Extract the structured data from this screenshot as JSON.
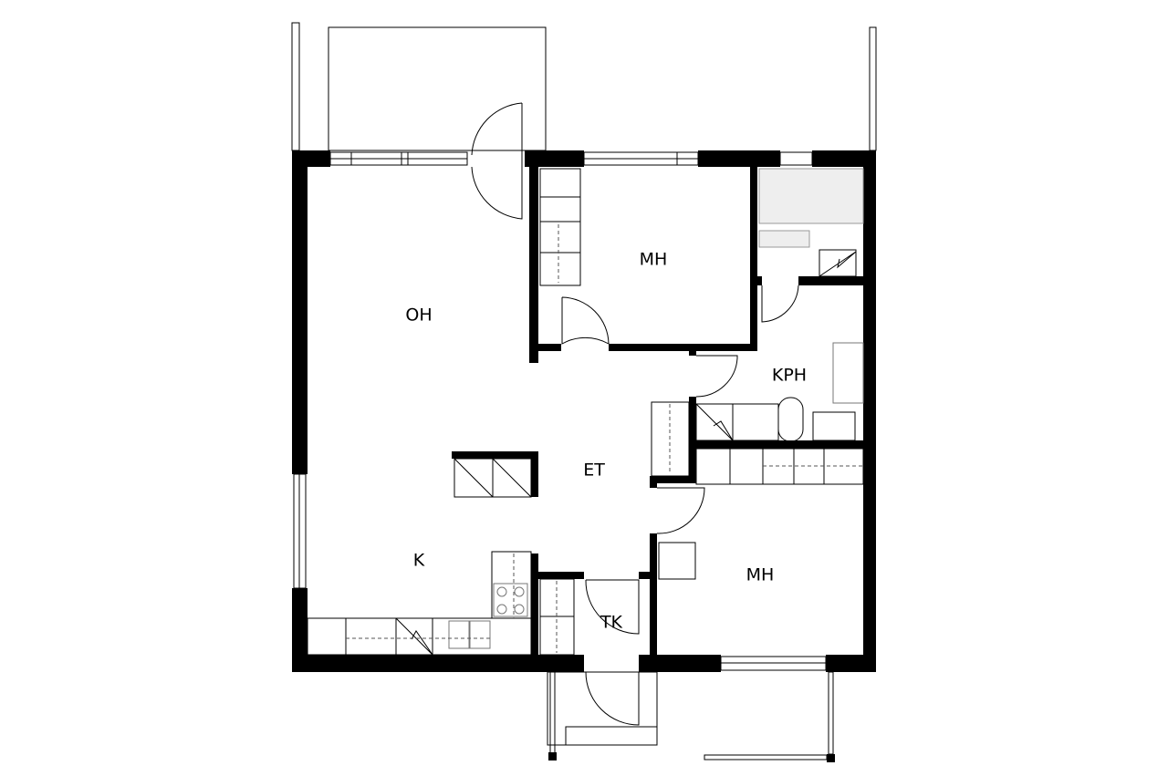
{
  "floorplan": {
    "rooms": [
      {
        "id": "oh",
        "label": "OH"
      },
      {
        "id": "mh1",
        "label": "MH"
      },
      {
        "id": "kph",
        "label": "KPH"
      },
      {
        "id": "et",
        "label": "ET"
      },
      {
        "id": "k",
        "label": "K"
      },
      {
        "id": "mh2",
        "label": "MH"
      },
      {
        "id": "tk",
        "label": "TK"
      }
    ]
  }
}
